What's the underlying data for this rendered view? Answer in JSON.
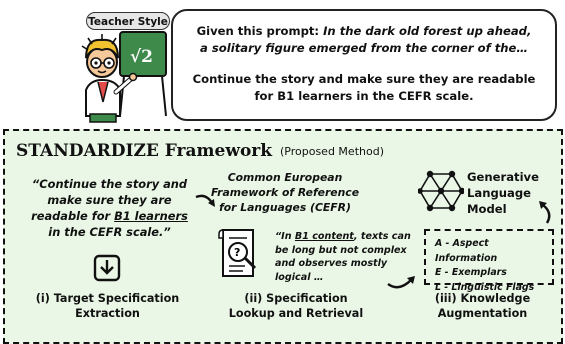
{
  "teacher": {
    "badge": "Teacher Style",
    "icon": "teacher-icon"
  },
  "prompt": {
    "line1_prefix": "Given this prompt: ",
    "line1_italic": "In the dark old forest up ahead,",
    "line2_italic": "a solitary figure emerged from the corner of the…",
    "instruction_line1": "Continue the story and make sure they are readable",
    "instruction_line2": "for B1 learners in the CEFR scale."
  },
  "framework": {
    "title": "STANDARDIZE Framework",
    "subtitle": "(Proposed Method)",
    "target_quote": {
      "line1": "“Continue the story and",
      "line2": "make sure they are",
      "line3_pre": "readable for ",
      "line3_ul": "B1 learners",
      "line4": "in the CEFR scale.”"
    },
    "cefr_title": {
      "line1": "Common European",
      "line2": "Framework of Reference",
      "line3": "for Languages (CEFR)"
    },
    "cefr_quote": {
      "pre": "“In ",
      "ul": "B1 content",
      "line1_post": ", texts can",
      "line2": "be long but not complex",
      "line3": "and observes mostly",
      "line4": "logical …"
    },
    "generative_model": {
      "line1": "Generative",
      "line2": "Language",
      "line3": "Model"
    },
    "augmentation_items": [
      "A - Aspect Information",
      "E - Exemplars",
      "L - Linguistic Flags"
    ],
    "steps": [
      {
        "line1": "(i) Target Specification",
        "line2": "Extraction"
      },
      {
        "line1": "(ii) Specification",
        "line2": "Lookup and Retrieval"
      },
      {
        "line1": "(iii) Knowledge",
        "line2": "Augmentation"
      }
    ],
    "icons": [
      "download-icon",
      "document-search-icon",
      "network-icon",
      "curved-arrow-icon"
    ]
  },
  "colors": {
    "panel_bg": "#eaf7e6",
    "chalkboard": "#3e8a4b",
    "badge_bg": "#e6e6e6"
  }
}
